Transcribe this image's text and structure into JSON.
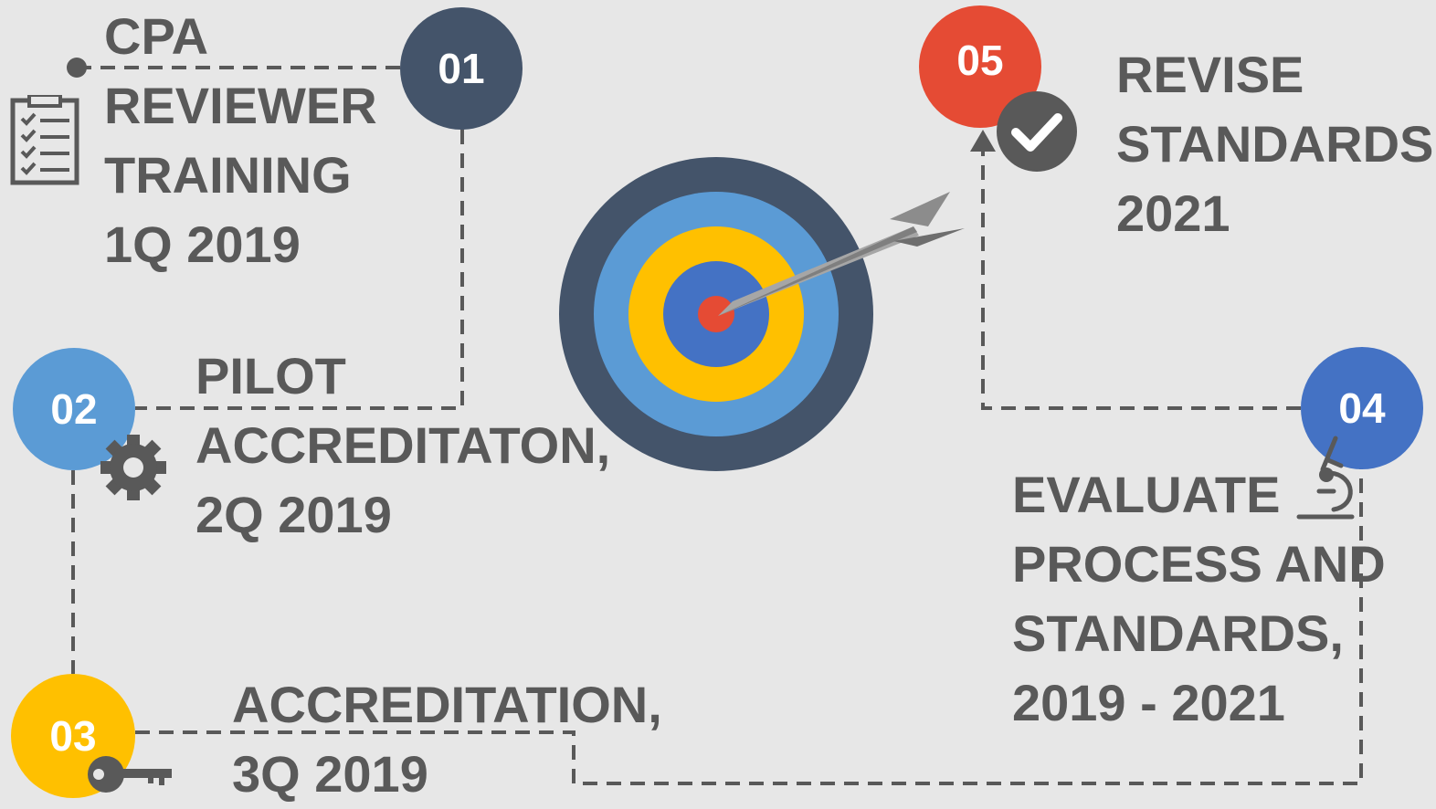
{
  "colors": {
    "background": "#e7e7e7",
    "text": "#595959",
    "connector": "#595959",
    "step_01": "#44546a",
    "step_02": "#5b9bd5",
    "step_03": "#ffc000",
    "step_04": "#4472c4",
    "step_05": "#e54b34"
  },
  "steps": [
    {
      "number": "01",
      "lines": [
        "CPA",
        "REVIEWER",
        "TRAINING",
        "1Q 2019"
      ],
      "icon": "checklist-icon"
    },
    {
      "number": "02",
      "lines": [
        "PILOT",
        "ACCREDITATON,",
        "2Q 2019"
      ],
      "icon": "gear-icon"
    },
    {
      "number": "03",
      "lines": [
        "ACCREDITATION,",
        "3Q 2019"
      ],
      "icon": "key-icon"
    },
    {
      "number": "04",
      "lines": [
        "EVALUATE",
        "PROCESS AND",
        "STANDARDS,",
        "2019 - 2021"
      ],
      "icon": "microscope-icon"
    },
    {
      "number": "05",
      "lines": [
        "REVISE",
        "STANDARDS,",
        "2021"
      ],
      "icon": "checkmark-icon"
    }
  ],
  "center_graphic": {
    "icon": "target-icon",
    "arrow_icon": "arrow-icon"
  }
}
